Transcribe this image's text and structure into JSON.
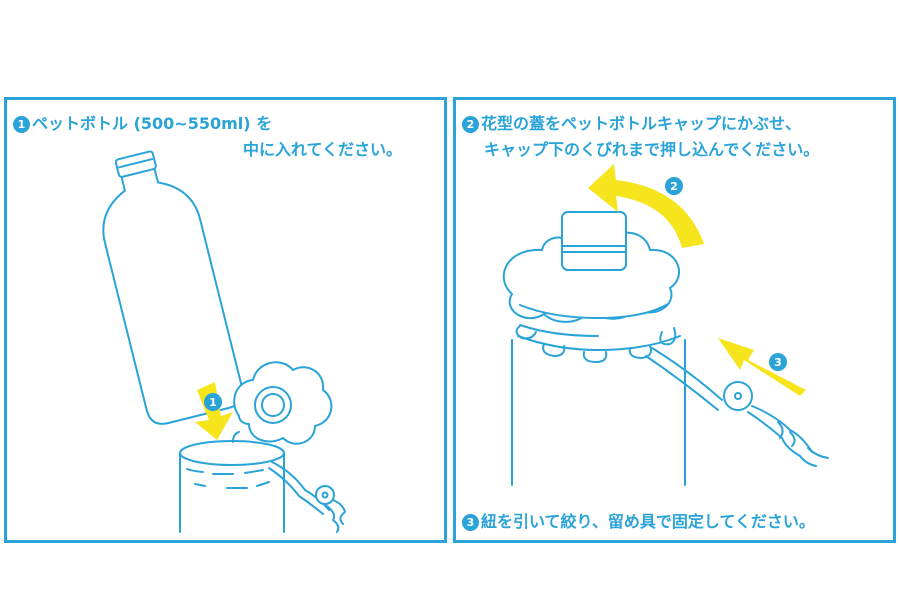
{
  "steps": [
    {
      "number": "1",
      "line1": "ペットボトル (500~550ml) を",
      "line2": "中に入れてください。"
    },
    {
      "number": "2",
      "line1": "花型の蓋をペットボトルキャップにかぶせ、",
      "line2": "キャップ下のくびれまで押し込んでください。"
    },
    {
      "number": "3",
      "line1": "紐を引いて絞り、留め具で固定してください。"
    }
  ],
  "arrows": [
    {
      "label": "1"
    },
    {
      "label": "2"
    },
    {
      "label": "3"
    }
  ],
  "colors": {
    "line_blue": "#2aa3d8",
    "arrow_yellow": "#f6e41c",
    "background": "#ffffff"
  }
}
